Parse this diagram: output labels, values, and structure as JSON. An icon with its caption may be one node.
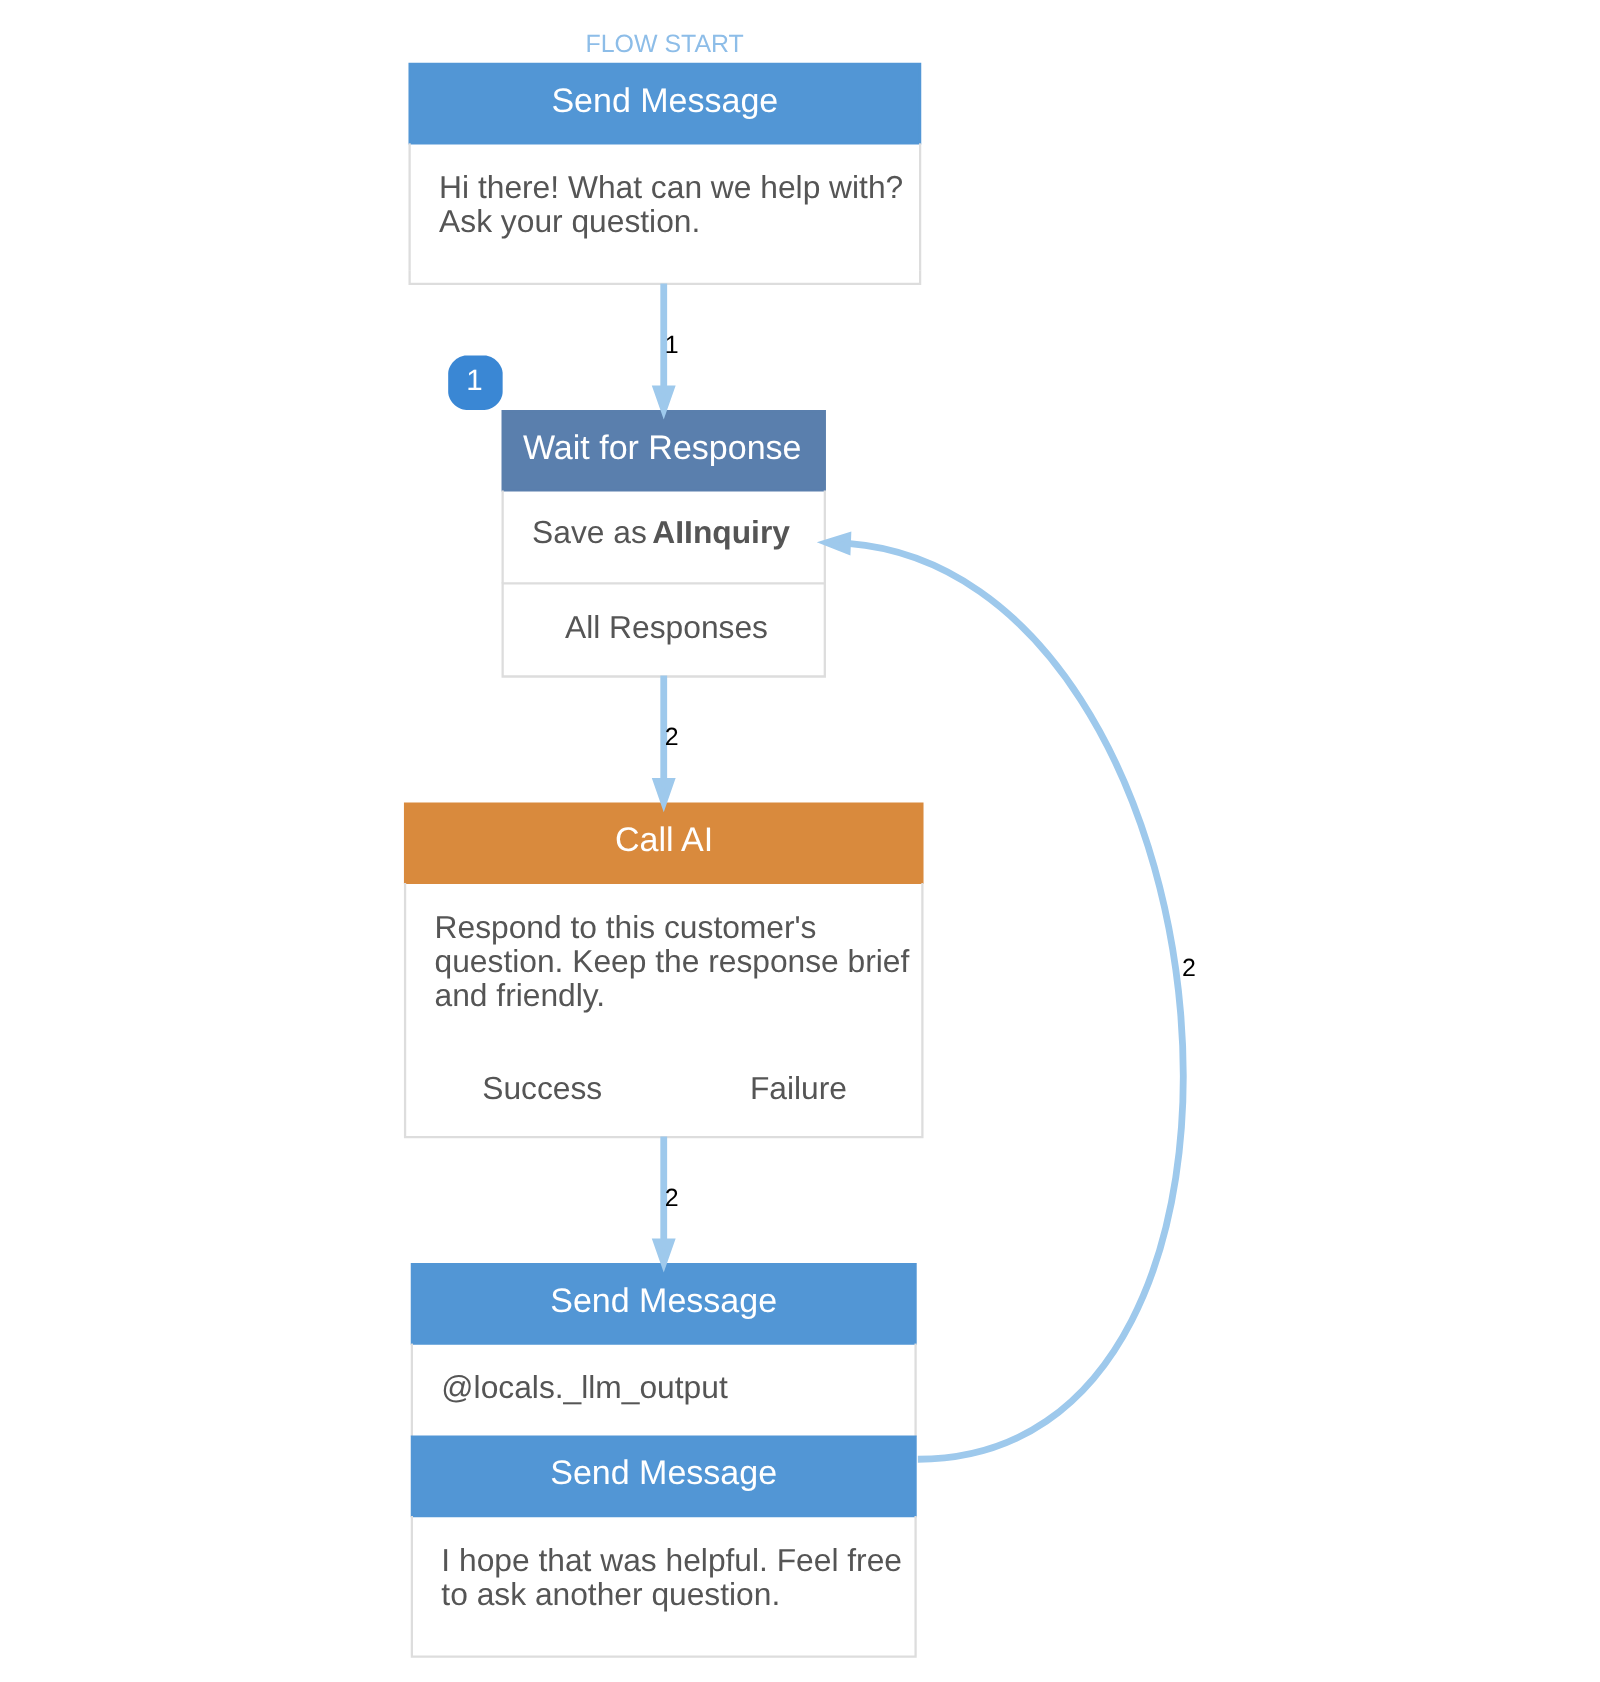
{
  "diagram": {
    "nodes": [
      {
        "text": [
          "Send Message",
          "Hi there! What can we help with? Ask your question."
        ],
        "beside": [
          "FLOW START"
        ]
      },
      {
        "text": [
          "1",
          "Wait for Response",
          "Save as **AIInquiry**",
          "All Responses"
        ]
      },
      {
        "text": [
          "Call AI",
          "Respond to this customer's question. Keep the response brief and friendly.",
          "Success",
          "Failure"
        ]
      },
      {
        "text": [
          "Send Message",
          "@locals._llm_output",
          "Send Message",
          "I hope that was helpful. Feel free to ask another question."
        ]
      }
    ],
    "edges": [
      {
        "from": 0,
        "to": 1,
        "arrow": "to",
        "label": "1"
      },
      {
        "from": 1,
        "to": 2,
        "arrow": "to",
        "label": "2"
      },
      {
        "from": 2,
        "to": 3,
        "arrow": "to",
        "label": "2"
      },
      {
        "from": 3,
        "to": 1,
        "arrow": "to",
        "label": "2"
      }
    ]
  }
}
